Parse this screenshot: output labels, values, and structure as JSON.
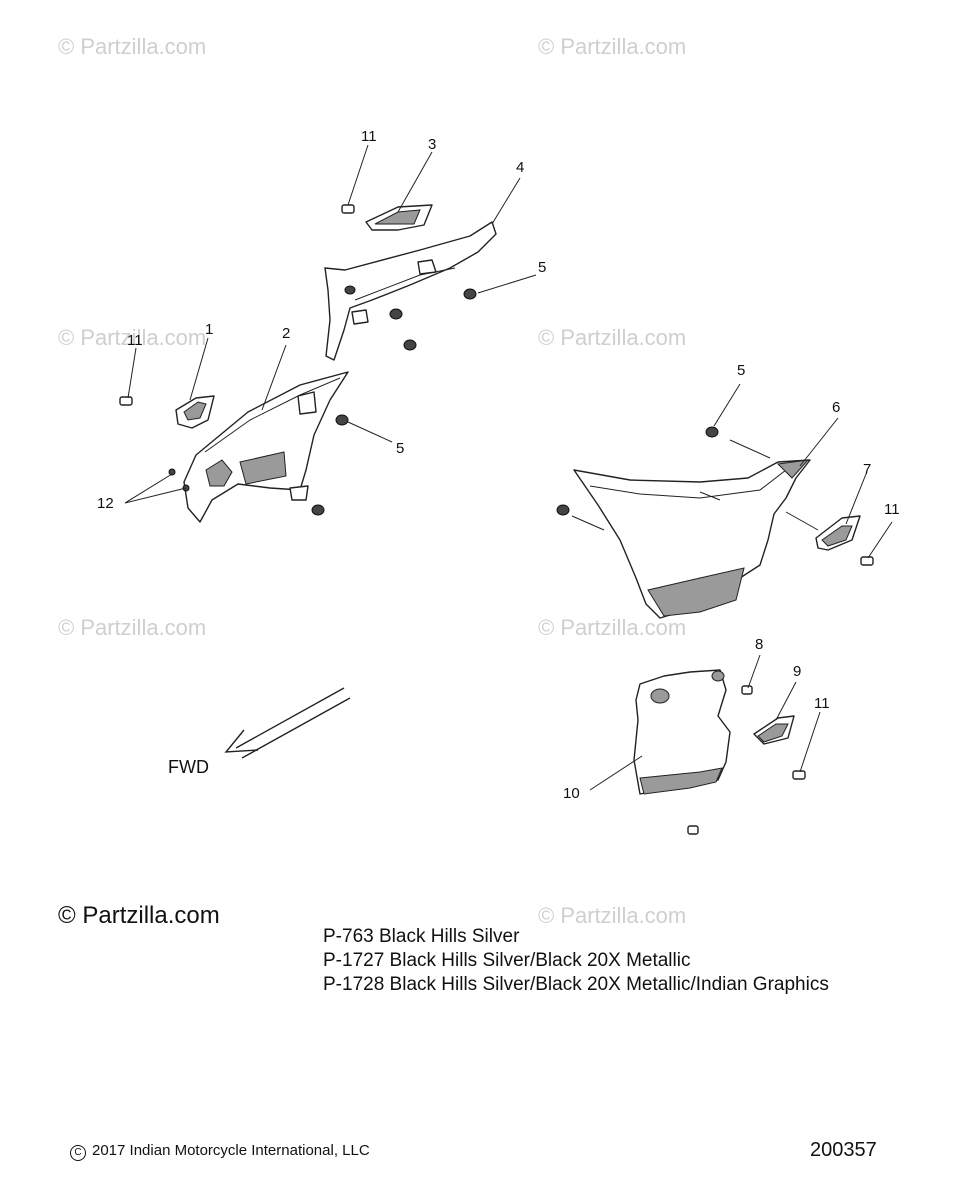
{
  "watermarks": [
    "© Partzilla.com",
    "© Partzilla.com",
    "© Partzilla.com",
    "© Partzilla.com",
    "© Partzilla.com",
    "© Partzilla.com",
    "© Partzilla.com"
  ],
  "callouts": {
    "c11a": "11",
    "c3": "3",
    "c4": "4",
    "c5a": "5",
    "c1": "1",
    "c11b": "11",
    "c2": "2",
    "c5b": "5",
    "c12": "12",
    "c5c": "5",
    "c6": "6",
    "c7": "7",
    "c11c": "11",
    "c8": "8",
    "c9": "9",
    "c11d": "11",
    "c10": "10"
  },
  "direction_label": "FWD",
  "brand": "© Partzilla.com",
  "paint_codes": [
    "P-763  Black Hills Silver",
    "P-1727 Black Hills Silver/Black 20X Metallic",
    "P-1728 Black Hills Silver/Black 20X Metallic/Indian Graphics"
  ],
  "copyright": "2017 Indian Motorcycle International, LLC",
  "diagram_id": "200357"
}
